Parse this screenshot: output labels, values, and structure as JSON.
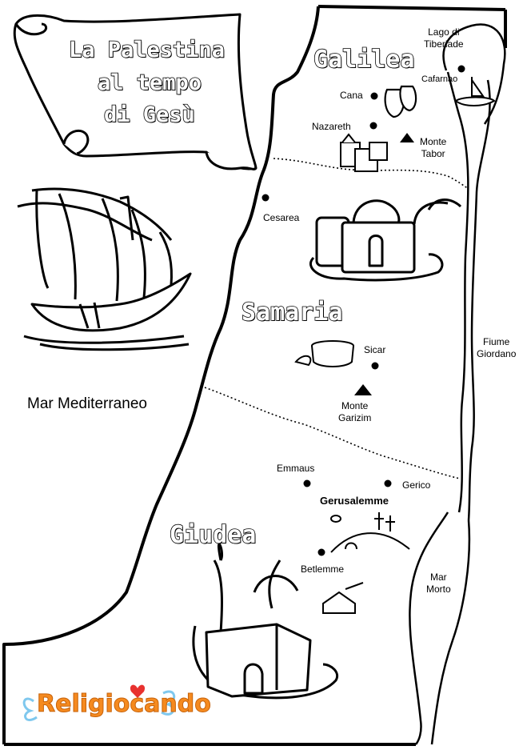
{
  "title": {
    "line1": "La Palestina",
    "line2": "al tempo",
    "line3": "di Gesù"
  },
  "regions": {
    "galilea": "Galilea",
    "samaria": "Samaria",
    "giudea": "Giudea"
  },
  "places": {
    "cana": "Cana",
    "nazareth": "Nazareth",
    "monte_tabor": "Monte\nTabor",
    "cafarnao": "Cafarnao",
    "lago": "Lago di\nTiberiade",
    "cesarea": "Cesarea",
    "sicar": "Sicar",
    "monte_garizim": "Monte\nGarizim",
    "emmaus": "Emmaus",
    "gerico": "Gerico",
    "gerusalemme": "Gerusalemme",
    "betlemme": "Betlemme",
    "mar_morto": "Mar\nMorto",
    "fiume_giordano": "Fiume\nGiordano"
  },
  "sea_label": "Mar Mediterraneo",
  "logo": "Religiocando",
  "colors": {
    "ink": "#000000",
    "paper": "#ffffff",
    "logo_orange": "#f58a1f",
    "logo_heart": "#e8312f",
    "logo_wing": "#7fc8ee"
  }
}
